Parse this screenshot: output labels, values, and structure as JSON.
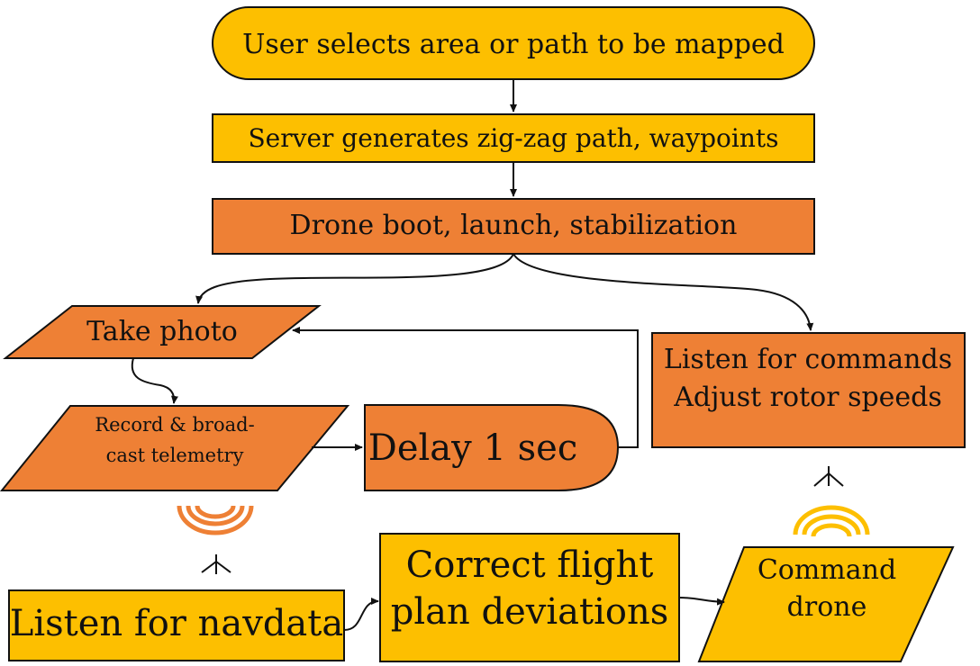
{
  "colors": {
    "yellow": "#FDBF00",
    "orange": "#EE8035",
    "stroke": "#111111",
    "signal_orange": "#EE8035",
    "signal_yellow": "#FDBF00"
  },
  "nodes": {
    "start": "User selects area or path to be mapped",
    "server": "Server generates zig-zag path, waypoints",
    "drone_boot": "Drone boot, launch, stabilization",
    "take_photo": "Take photo",
    "record_line1": "Record & broad-",
    "record_line2": "cast telemetry",
    "delay": "Delay 1 sec",
    "listen_cmd_line1": "Listen for commands",
    "listen_cmd_line2": "Adjust rotor speeds",
    "listen_nav": "Listen for navdata",
    "correct_line1": "Correct flight",
    "correct_line2": "plan deviations",
    "command_line1": "Command",
    "command_line2": "drone"
  },
  "icons": [
    "signal-waves-orange-icon",
    "antenna-icon-left",
    "antenna-icon-right",
    "signal-waves-yellow-icon"
  ]
}
